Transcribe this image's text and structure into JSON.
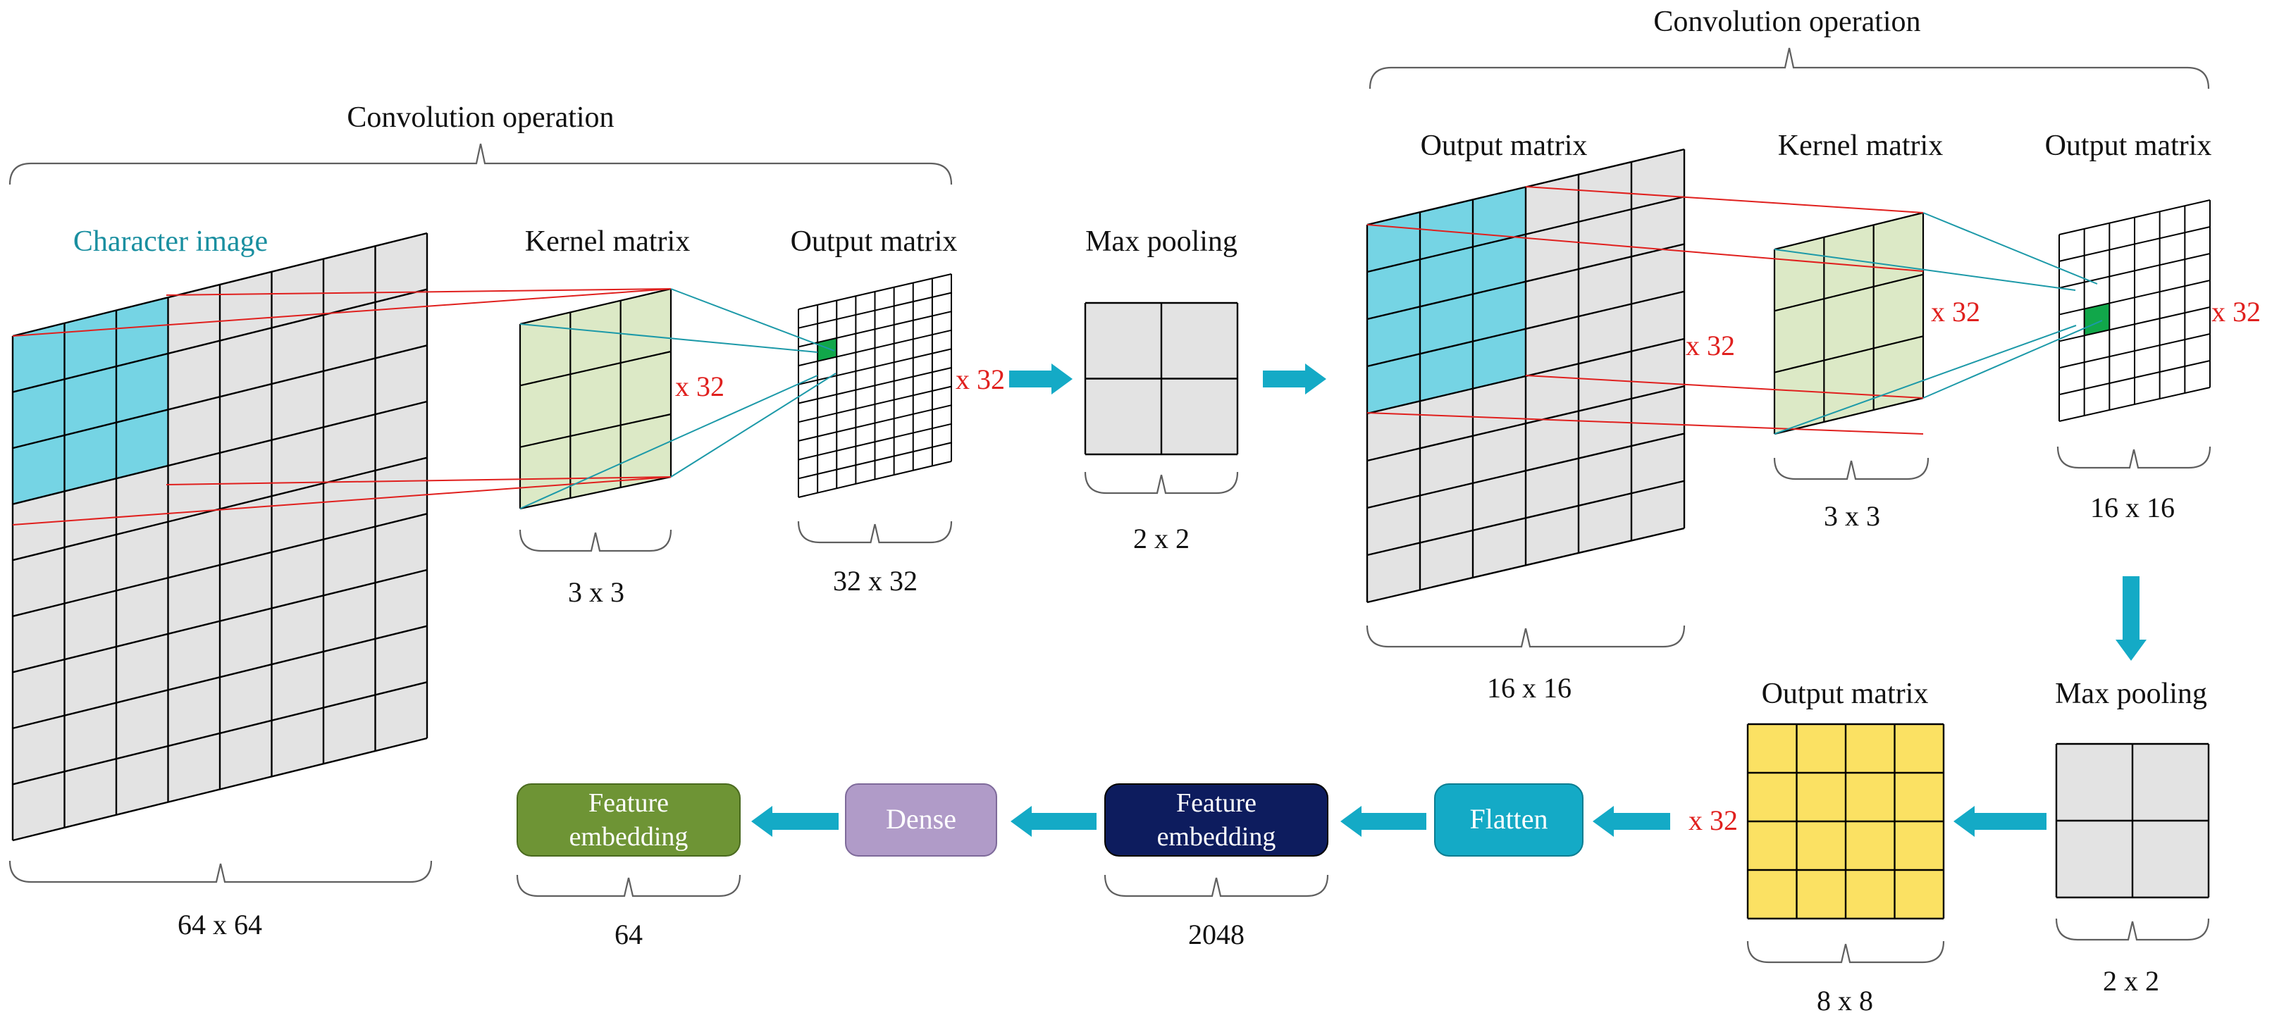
{
  "colors": {
    "grid_fill": "#e3e3e3",
    "grid_highlight": "#75d4e4",
    "kernel_fill": "#dce9c6",
    "output_cell_highlight": "#11a74a",
    "pooled_fill": "#fbe163",
    "arrow": "#14aac6",
    "flatten_box": "#14aac6",
    "feature_2048_box": "#0d1c5e",
    "dense_box": "#b09bc8",
    "feature_64_box": "#6e9435",
    "red_text": "#e0201e",
    "cyan_text": "#1a8fa0"
  },
  "stage1": {
    "brace_label": "Convolution operation",
    "input_title": "Character image",
    "input_size": "64 x 64",
    "kernel_title": "Kernel matrix",
    "kernel_size": "3 x 3",
    "kernel_count": "x 32",
    "output_title": "Output matrix",
    "output_size": "32 x 32",
    "output_count": "x 32"
  },
  "pool1": {
    "title": "Max pooling",
    "size": "2 x 2"
  },
  "stage2": {
    "brace_label": "Convolution operation",
    "input_title": "Output matrix",
    "input_size": "16 x 16",
    "input_count": "x 32",
    "kernel_title": "Kernel matrix",
    "kernel_size": "3 x 3",
    "kernel_count": "x 32",
    "output_title": "Output matrix",
    "output_size": "16 x 16",
    "output_count": "x 32"
  },
  "pool2": {
    "title": "Max pooling",
    "size": "2 x 2"
  },
  "pooled_output": {
    "title": "Output matrix",
    "size": "8 x 8",
    "count": "x 32"
  },
  "flatten": {
    "label": "Flatten"
  },
  "feature_2048": {
    "line1": "Feature",
    "line2": "embedding",
    "size": "2048"
  },
  "dense": {
    "label": "Dense"
  },
  "feature_64": {
    "line1": "Feature",
    "line2": "embedding",
    "size": "64"
  }
}
